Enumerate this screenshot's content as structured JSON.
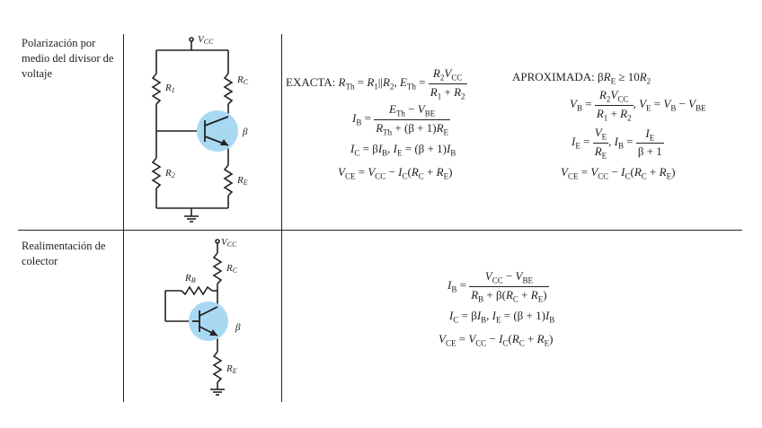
{
  "rows": [
    {
      "label": "Polarización por medio del divisor de voltaje",
      "circuit": {
        "vcc": "VCC",
        "r1": "R1",
        "rc": "RC",
        "r2": "R2",
        "re": "RE",
        "beta": "β"
      },
      "exact_title": "EXACTA:",
      "exact_lines": [
        "RTh = R1||R2, ETh = R2VCC / (R1 + R2)",
        "IB = (ETh − VBE) / (RTh + (β + 1)RE)",
        "IC = βIB, IE = (β + 1)IB",
        "VCE = VCC − IC(RC + RE)"
      ],
      "approx_title": "APROXIMADA:",
      "approx_lines": [
        "βRE ≥ 10R2",
        "VB = R2VCC / (R1 + R2), VE = VB − VBE",
        "IE = VE / RE, IB = IE / (β + 1)",
        "VCE = VCC − IC(RC + RE)"
      ]
    },
    {
      "label": "Realimentación de colector",
      "circuit": {
        "vcc": "VCC",
        "rc": "RC",
        "rb": "RB",
        "re": "RE",
        "beta": "β"
      },
      "lines": [
        "IB = (VCC − VBE) / (RB + β(RC + RE))",
        "IC = βIB, IE = (β + 1)IB",
        "VCE = VCC − IC(RC + RE)"
      ]
    }
  ],
  "colors": {
    "transistor": "#a9d8f3",
    "lines": "#222222"
  }
}
